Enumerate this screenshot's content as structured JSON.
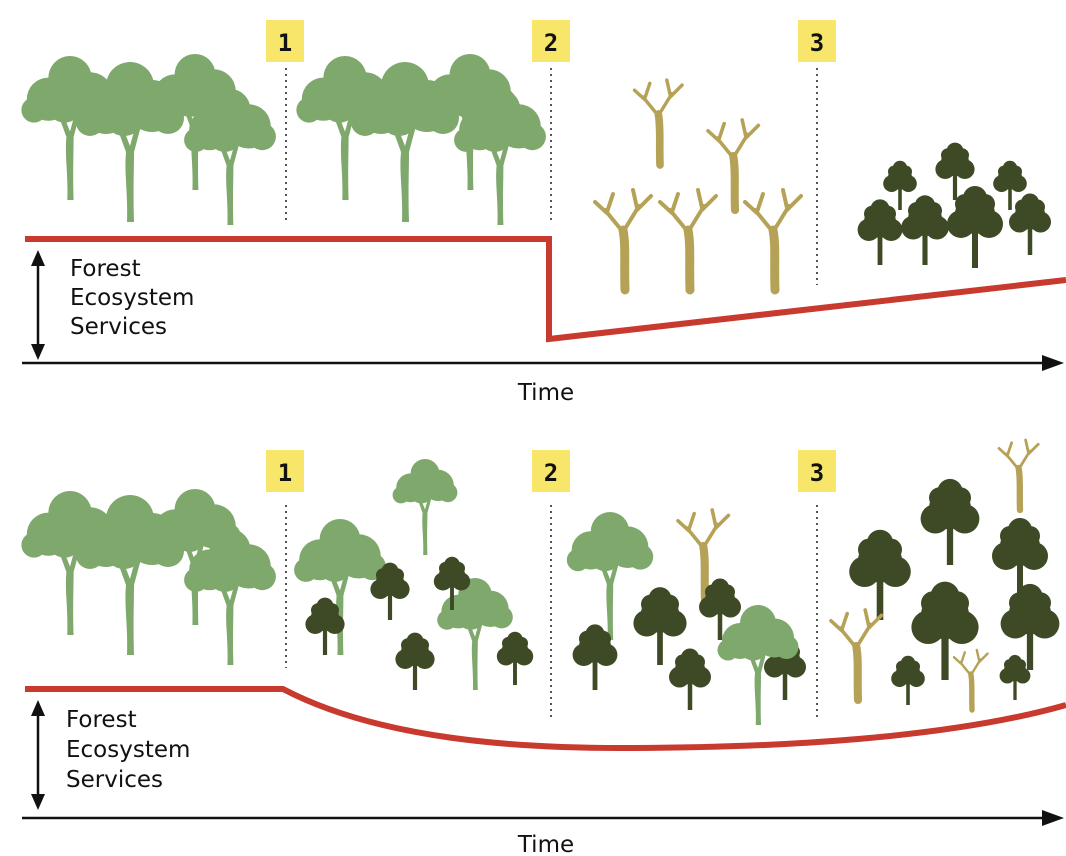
{
  "colors": {
    "light_tree": "#7EA86C",
    "dark_tree": "#3E4A25",
    "dead_tree": "#B5A257",
    "service_line": "#C8392E",
    "marker_bg": "#F7E66A",
    "axis": "#111111",
    "divider": "#555555"
  },
  "top_panel": {
    "markers": [
      "1",
      "2",
      "3"
    ],
    "y_label": [
      "Forest",
      "Ecosystem",
      "Services"
    ],
    "x_label": "Time"
  },
  "bottom_panel": {
    "markers": [
      "1",
      "2",
      "3"
    ],
    "y_label": [
      "Forest",
      "Ecosystem",
      "Services"
    ],
    "x_label": "Time"
  }
}
